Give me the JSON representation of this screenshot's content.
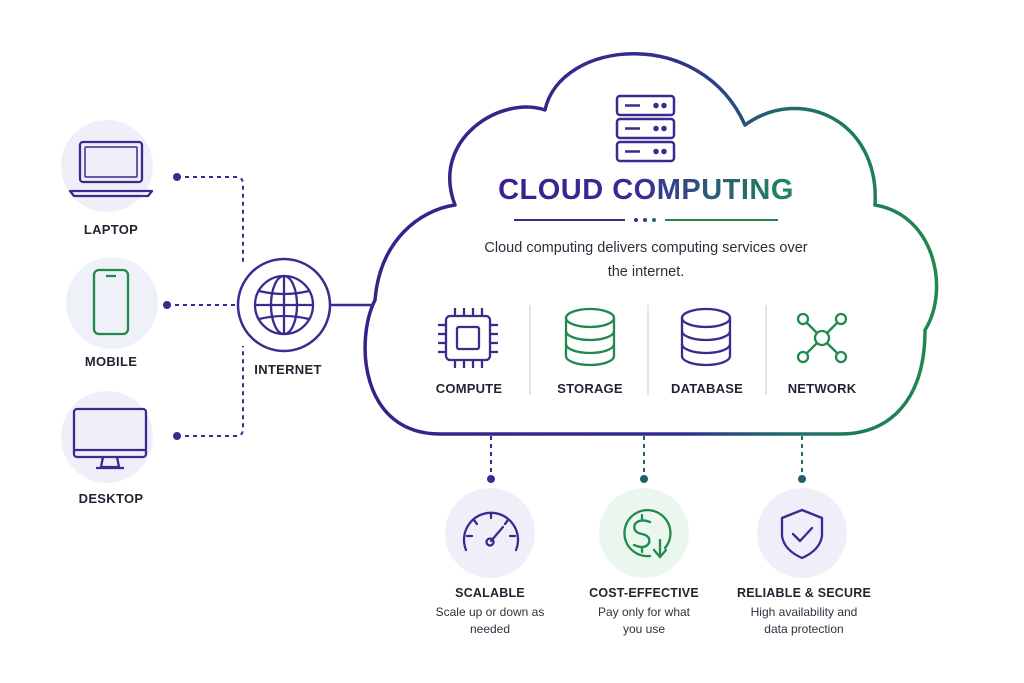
{
  "title": "CLOUD COMPUTING",
  "description": "Cloud computing delivers computing services over the internet.",
  "hub": {
    "label": "INTERNET",
    "icon": "globe-icon"
  },
  "devices": [
    {
      "label": "LAPTOP",
      "icon": "laptop-icon"
    },
    {
      "label": "MOBILE",
      "icon": "mobile-icon"
    },
    {
      "label": "DESKTOP",
      "icon": "desktop-icon"
    }
  ],
  "services": [
    {
      "label": "COMPUTE",
      "icon": "cpu-chip-icon"
    },
    {
      "label": "STORAGE",
      "icon": "storage-cylinder-icon"
    },
    {
      "label": "DATABASE",
      "icon": "database-icon"
    },
    {
      "label": "NETWORK",
      "icon": "network-nodes-icon"
    }
  ],
  "benefits": [
    {
      "title": "SCALABLE",
      "desc": "Scale up or down as needed",
      "icon": "speedometer-icon"
    },
    {
      "title": "COST-EFFECTIVE",
      "desc": "Pay only for what you use",
      "icon": "dollar-down-icon"
    },
    {
      "title": "RELIABLE & SECURE",
      "desc": "High availability and data protection",
      "icon": "shield-check-icon"
    }
  ],
  "colors": {
    "purple": "#3b2a8f",
    "green": "#1f8a4c",
    "teal": "#1f5f6e",
    "circle_purple": "#f0eef8",
    "circle_green": "#eaf6ee"
  }
}
